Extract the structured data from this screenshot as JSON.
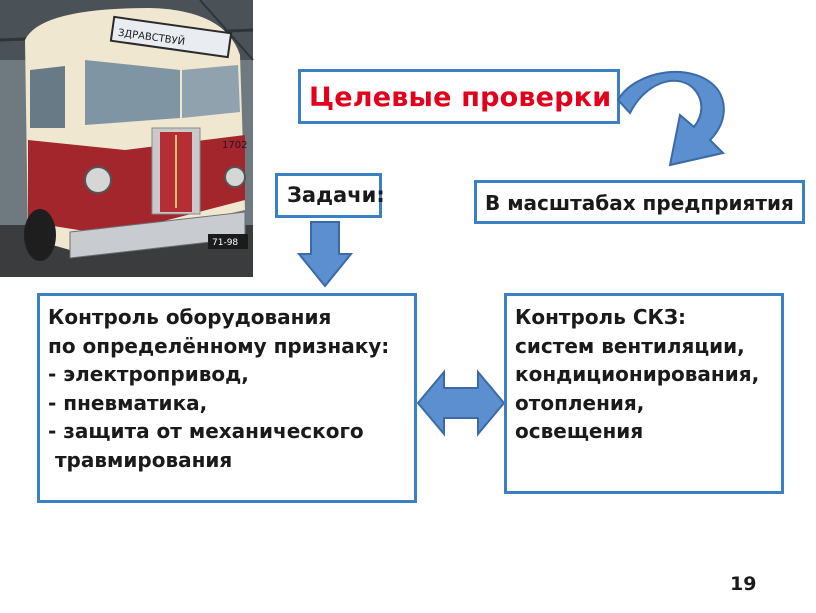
{
  "title": "Целевые проверки",
  "tasks_label": "Задачи:",
  "scope_label": "В масштабах предприятия",
  "left_panel": {
    "lines": [
      "Контроль оборудования",
      "по определённому признаку:",
      "- электропривод,",
      "- пневматика,",
      "- защита от механического",
      " травмирования"
    ]
  },
  "right_panel": {
    "lines": [
      "Контроль СКЗ:",
      "систем вентиляции,",
      "кондиционирования,",
      "отопления,",
      "освещения"
    ]
  },
  "photo": {
    "sign_text": "ЗДРАВСТВУЙ",
    "fleet_number": "1702",
    "plate": "71-98"
  },
  "page_number": "19",
  "colors": {
    "accent_blue": "#3b7fc4",
    "arrow_fill": "#5b8fcf",
    "title_red": "#e3001b"
  }
}
